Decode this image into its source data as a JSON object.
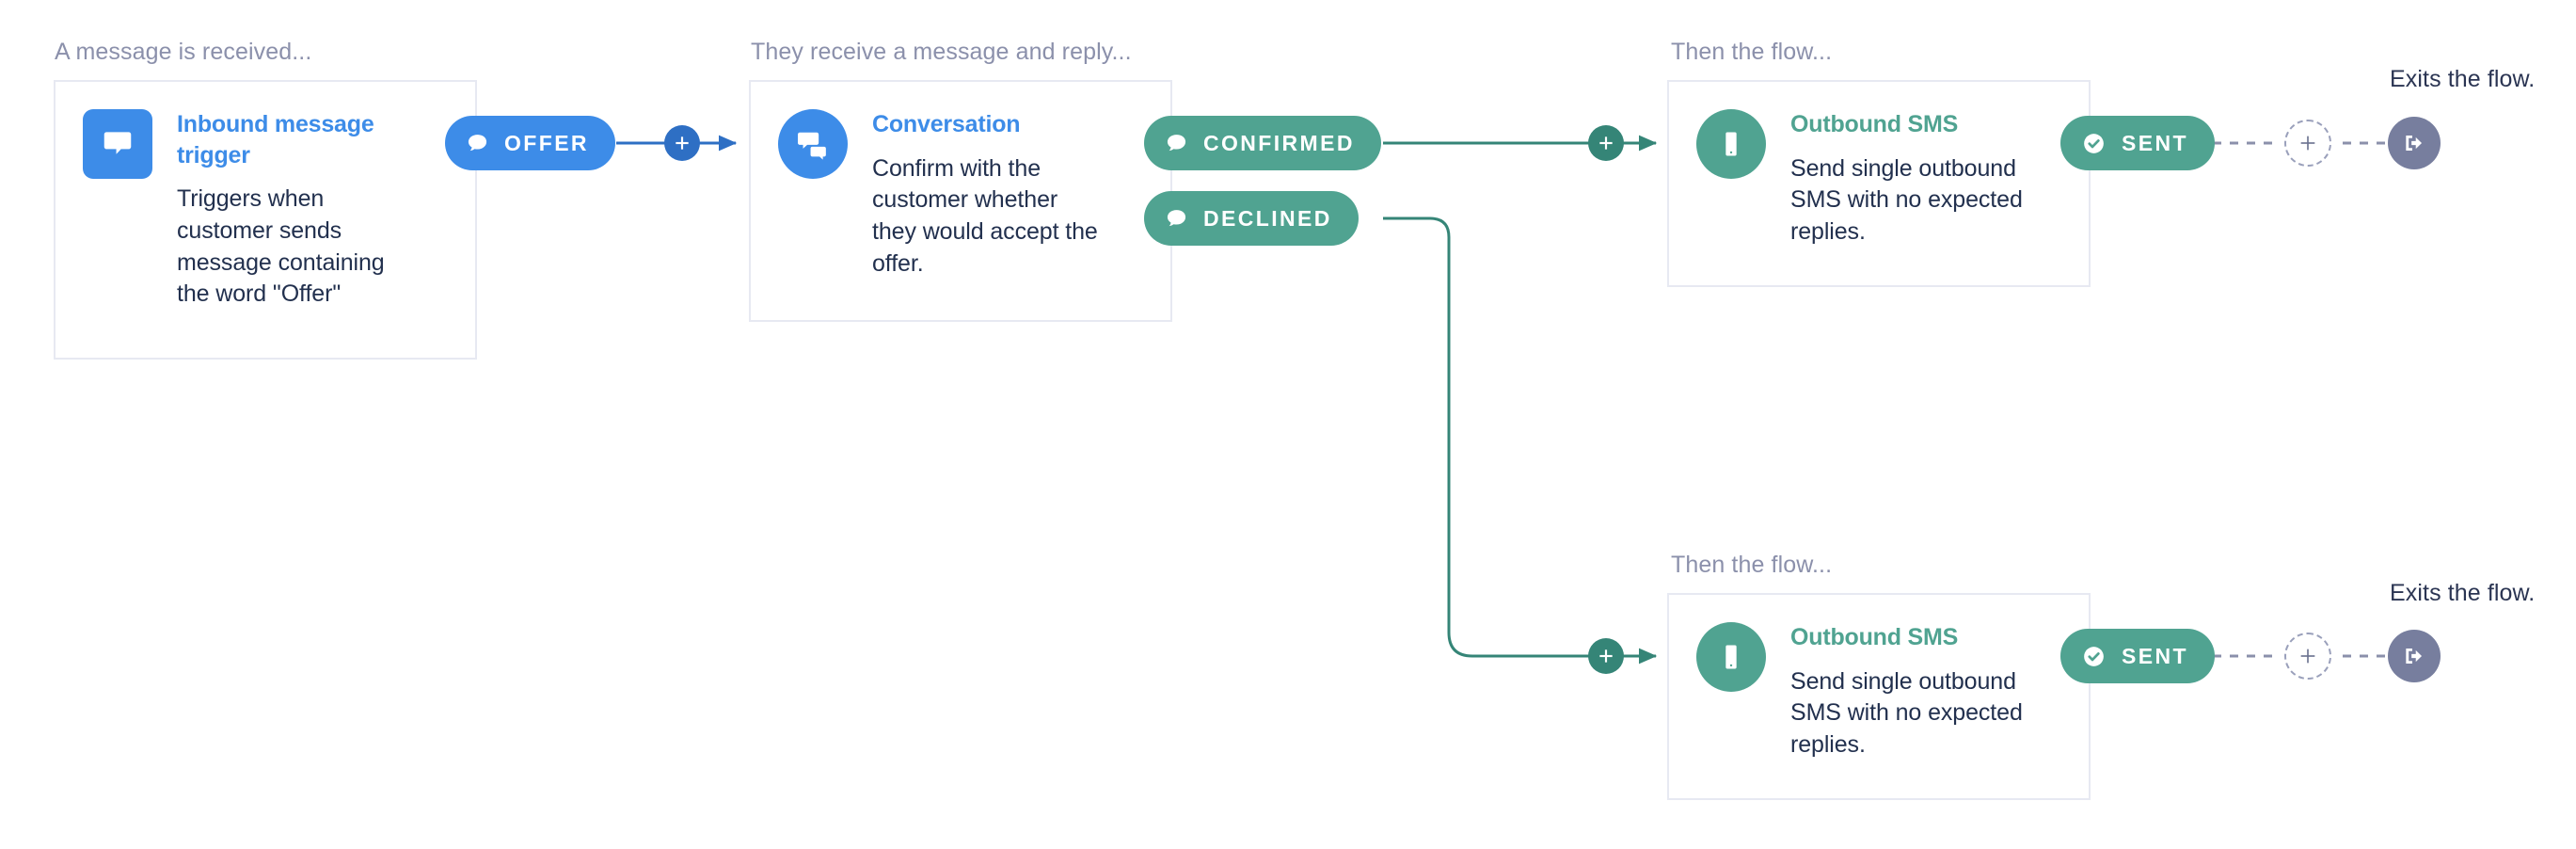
{
  "colors": {
    "blue": "#3d8ce8",
    "blue_dark": "#2e6fc4",
    "teal": "#50a391",
    "teal_dark": "#358577",
    "slate": "#777e9e",
    "caption_gray": "#8b90ab",
    "body_text": "#22304e",
    "card_border": "#e7e9f2"
  },
  "captions": {
    "trigger": "A message is received...",
    "conversation": "They receive a message and reply...",
    "flow_top": "Then the flow...",
    "flow_bottom": "Then the flow...",
    "exit_top": "Exits the flow.",
    "exit_bottom": "Exits the flow."
  },
  "cards": {
    "trigger": {
      "title": "Inbound message trigger",
      "description": "Triggers when customer sends message containing the word \"Offer\"",
      "icon": "inbound-message-icon"
    },
    "conversation": {
      "title": "Conversation",
      "description": "Confirm with the customer whether they would accept the offer.",
      "icon": "conversation-bubbles-icon"
    },
    "outbound_sms_top": {
      "title": "Outbound SMS",
      "description": "Send single outbound SMS with no expected replies.",
      "icon": "mobile-phone-icon"
    },
    "outbound_sms_bottom": {
      "title": "Outbound SMS",
      "description": "Send single outbound SMS with no expected replies.",
      "icon": "mobile-phone-icon"
    }
  },
  "badges": {
    "offer": {
      "label": "OFFER",
      "icon": "chat-bubble-icon",
      "color": "blue"
    },
    "confirmed": {
      "label": "CONFIRMED",
      "icon": "chat-bubble-icon",
      "color": "teal"
    },
    "declined": {
      "label": "DECLINED",
      "icon": "chat-bubble-icon",
      "color": "teal"
    },
    "sent_top": {
      "label": "SENT",
      "icon": "check-circle-icon",
      "color": "teal"
    },
    "sent_bottom": {
      "label": "SENT",
      "icon": "check-circle-icon",
      "color": "teal"
    }
  },
  "connectors": {
    "add_after_offer": "plus-icon",
    "add_before_sms_top": "plus-icon",
    "add_before_sms_bottom": "plus-icon",
    "ghost_add_top": "plus-icon",
    "ghost_add_bottom": "plus-icon",
    "exit_top": "exit-arrow-icon",
    "exit_bottom": "exit-arrow-icon"
  }
}
